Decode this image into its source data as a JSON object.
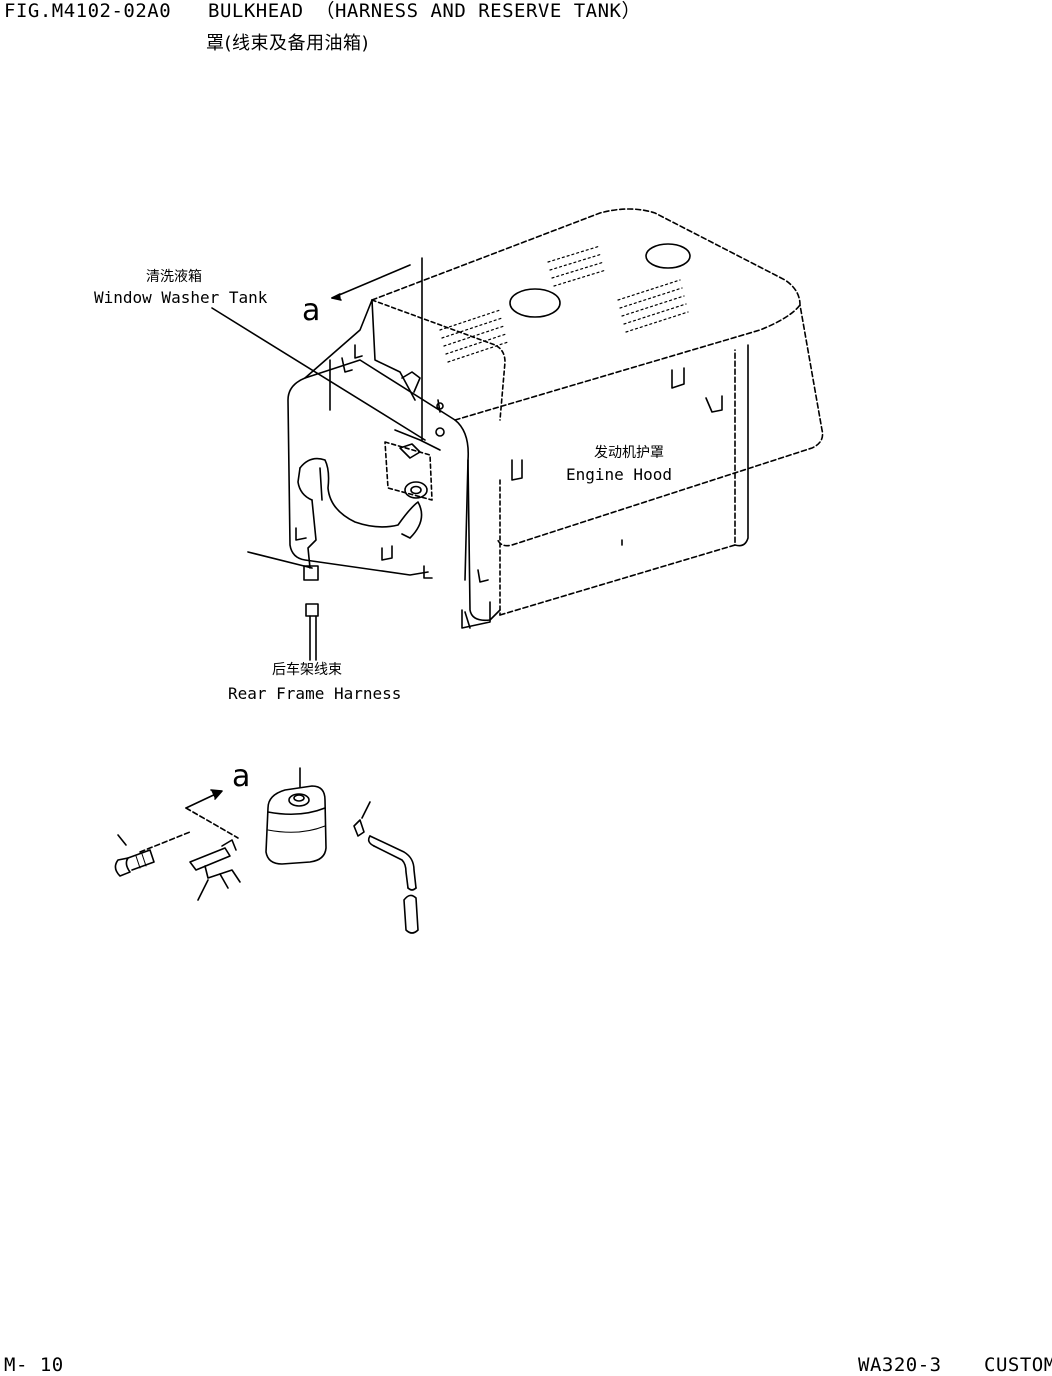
{
  "header": {
    "fig_number": "FIG.M4102-02A0",
    "title_en": "BULKHEAD （HARNESS AND RESERVE TANK）",
    "title_cn": "罩(线束及备用油箱)"
  },
  "labels": {
    "window_washer_cn": "清洗液箱",
    "window_washer_en": "Window Washer Tank",
    "engine_hood_cn": "发动机护罩",
    "engine_hood_en": "Engine Hood",
    "rear_harness_cn": "后车架线束",
    "rear_harness_en": "Rear Frame Harness",
    "view_ref_top": "a",
    "view_ref_bottom": "a"
  },
  "footer": {
    "page": "M- 10",
    "model": "WA320-3",
    "custom": "CUSTOM"
  }
}
